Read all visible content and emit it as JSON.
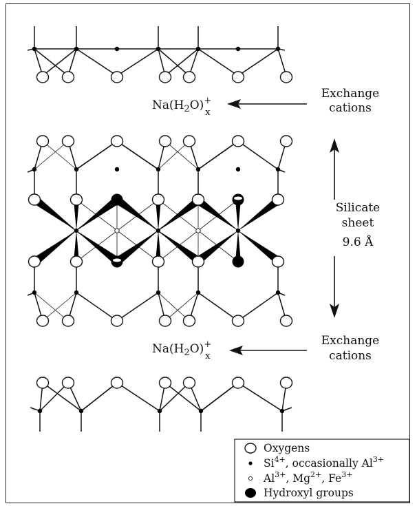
{
  "diagram": {
    "cation_upper": {
      "main": "Na(H",
      "sub_2": "2",
      "mid": "O)",
      "sup": "+",
      "sub_x": "x"
    },
    "cation_lower": {
      "main": "Na(H",
      "sub_2": "2",
      "mid": "O)",
      "sup": "+",
      "sub_x": "x"
    },
    "exchange_upper": [
      "Exchange",
      "cations"
    ],
    "exchange_lower": [
      "Exchange",
      "cations"
    ],
    "silicate": [
      "Silicate",
      "sheet",
      "9.6 Å"
    ]
  },
  "legend": {
    "oxygens": "Oxygens",
    "si": {
      "a": "Si",
      "a_sup": "4+",
      "b": ", occasionally Al",
      "b_sup": "3+"
    },
    "al": {
      "a": "Al",
      "a_sup": "3+",
      "b": ", Mg",
      "b_sup": "2+",
      "c": ", Fe",
      "c_sup": "3+"
    },
    "hydroxyl": "Hydroxyl groups"
  }
}
